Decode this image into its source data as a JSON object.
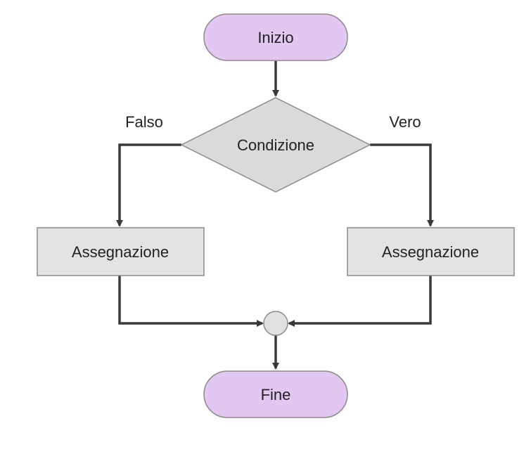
{
  "diagram": {
    "type": "flowchart",
    "colors": {
      "terminal_fill": "#e1c7f2",
      "terminal_stroke": "#8a8a8a",
      "process_fill": "#e3e3e3",
      "process_stroke": "#8a8a8a",
      "decision_fill": "#dadada",
      "connector_fill": "#e0e0e0",
      "edge": "#3a3a3a"
    },
    "nodes": {
      "start": {
        "label": "Inizio",
        "shape": "terminal"
      },
      "condition": {
        "label": "Condizione",
        "shape": "decision"
      },
      "assign_false": {
        "label": "Assegnazione",
        "shape": "process"
      },
      "assign_true": {
        "label": "Assegnazione",
        "shape": "process"
      },
      "merge": {
        "label": "",
        "shape": "connector"
      },
      "end": {
        "label": "Fine",
        "shape": "terminal"
      }
    },
    "edges": [
      {
        "from": "start",
        "to": "condition",
        "label": ""
      },
      {
        "from": "condition",
        "to": "assign_false",
        "label": "Falso"
      },
      {
        "from": "condition",
        "to": "assign_true",
        "label": "Vero"
      },
      {
        "from": "assign_false",
        "to": "merge",
        "label": ""
      },
      {
        "from": "assign_true",
        "to": "merge",
        "label": ""
      },
      {
        "from": "merge",
        "to": "end",
        "label": ""
      }
    ],
    "edge_labels": {
      "false_branch": "Falso",
      "true_branch": "Vero"
    }
  }
}
